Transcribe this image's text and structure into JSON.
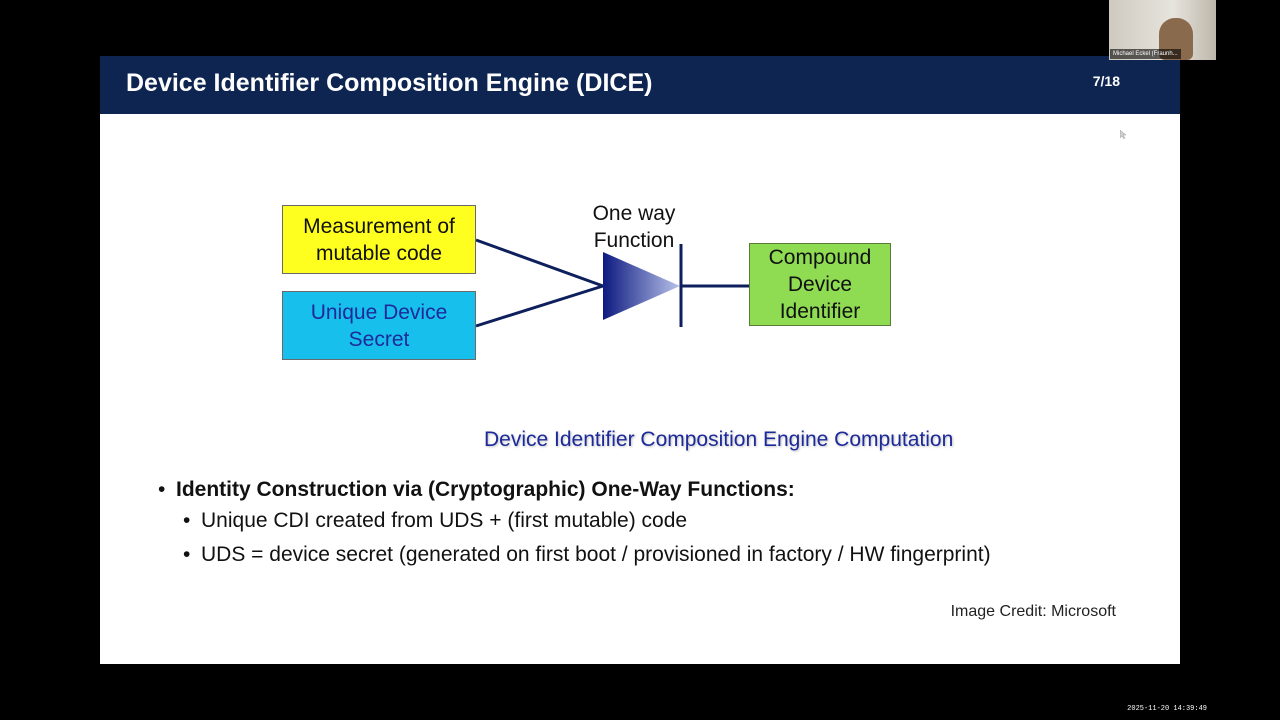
{
  "slide": {
    "title": "Device Identifier Composition Engine (DICE)",
    "page_counter": "7/18"
  },
  "diagram": {
    "input_measurement": "Measurement of\nmutable code",
    "input_uds": "Unique Device\nSecret",
    "function_label": "One way\nFunction",
    "output_cdi": "Compound\nDevice\nIdentifier",
    "caption": "Device Identifier Composition Engine Computation",
    "colors": {
      "measurement_fill": "#ffff1f",
      "uds_fill": "#17c0ec",
      "cdi_fill": "#8fdb52",
      "wire": "#0d1f5c",
      "function_gradient_dark": "#0d1a80",
      "function_gradient_light": "#b8c2ea"
    }
  },
  "bullets": {
    "main": "Identity Construction via (Cryptographic) One-Way Functions:",
    "sub": [
      "Unique CDI created from UDS + (first mutable) code",
      "UDS = device secret (generated on first boot / provisioned in factory / HW fingerprint)"
    ],
    "bullet_glyph": "•"
  },
  "credit": "Image Credit: Microsoft",
  "video": {
    "participant_name": "Michael Eckel (Fraunh...",
    "timestamp": "2025-11-20 14:39:49"
  },
  "theme": {
    "header_bg": "#0d2550",
    "frame_bg": "#000000"
  }
}
